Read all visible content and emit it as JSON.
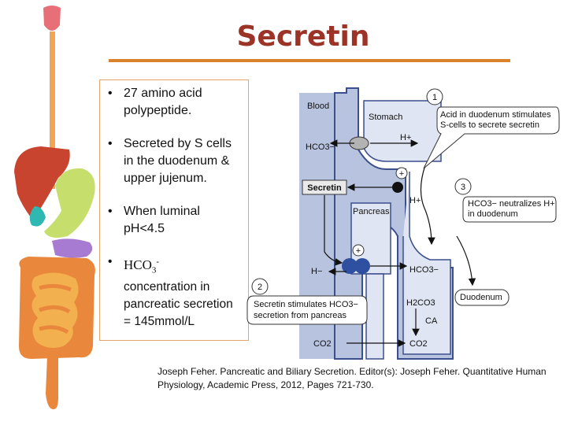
{
  "title": "Secretin",
  "bullets": [
    "27 amino acid polypeptide.",
    "Secreted by S cells in the duodenum & upper jujenum.",
    "When luminal pH<4.5",
    "HCO3- concentration in pancreatic secretion = 145mmol/L"
  ],
  "bullet4": {
    "formula": "HCO",
    "sub": "3",
    "sup": "-",
    "rest": "concentration in pancreatic secretion = 145mmol/L"
  },
  "citation": "Joseph Feher. Pancreatic and Biliary Secretion. Editor(s): Joseph Feher. Quantitative Human Physiology, Academic Press, 2012, Pages 721-730.",
  "diagram": {
    "labels": {
      "blood": "Blood",
      "stomach": "Stomach",
      "secretin": "Secretin",
      "pancreas": "Pancreas",
      "duodenum": "Duodenum",
      "hco3_left": "HCO3−",
      "h_top": "H+",
      "h_mid": "H+",
      "h_left2": "H−",
      "hco3_right": "HCO3−",
      "h2co3": "H2CO3",
      "ca": "CA",
      "co2_left": "CO2",
      "co2_right": "CO2",
      "plus_top": "+",
      "plus_mid": "+"
    },
    "steps": [
      {
        "num": "1",
        "text": [
          "Acid in duodenum stimulates",
          "S-cells to secrete secretin"
        ]
      },
      {
        "num": "2",
        "text": [
          "Secretin stimulates HCO3−",
          "secretion from pancreas"
        ]
      },
      {
        "num": "3",
        "text": [
          "HCO3− neutralizes H+",
          "in duodenum"
        ]
      }
    ]
  },
  "colors": {
    "title": "#9b3326",
    "rule": "#d9822b",
    "blood": "#b8c4df",
    "tube_outline": "#3b4f8c",
    "secretin_bg": "#e9e9e9"
  }
}
